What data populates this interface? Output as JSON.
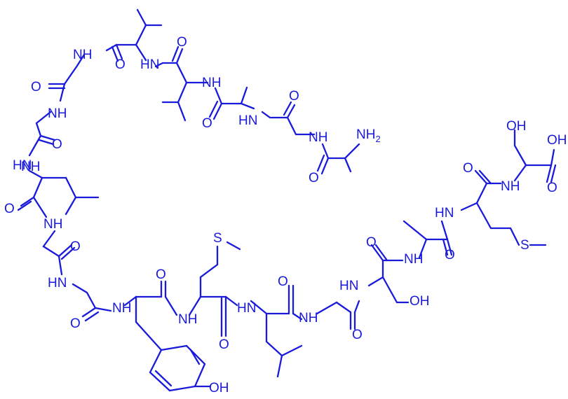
{
  "molecule": {
    "color": "#1a1adb",
    "labels": [
      {
        "id": "nh2",
        "text": "NH",
        "sub": "2"
      },
      {
        "id": "nh-ala1",
        "text": "NH"
      },
      {
        "id": "o-ala1",
        "text": "O"
      },
      {
        "id": "nh-gly2",
        "text": "HN"
      },
      {
        "id": "o-gly2",
        "text": "O"
      },
      {
        "id": "nh-ala3",
        "text": "NH"
      },
      {
        "id": "o-ala3",
        "text": "O"
      },
      {
        "id": "nh-val4",
        "text": "HN"
      },
      {
        "id": "o-val4",
        "text": "O"
      },
      {
        "id": "nh-val5",
        "text": "NH"
      },
      {
        "id": "o-val5",
        "text": "O"
      },
      {
        "id": "nh-gly6",
        "text": "NH"
      },
      {
        "id": "o-gly6",
        "text": "O"
      },
      {
        "id": "nh-gly7",
        "text": "NH"
      },
      {
        "id": "o-gly7",
        "text": "O"
      },
      {
        "id": "nh-leu8",
        "text": "HN"
      },
      {
        "id": "o-leu8",
        "text": "O"
      },
      {
        "id": "nh-gly9",
        "text": "NH"
      },
      {
        "id": "o-gly9",
        "text": "O"
      },
      {
        "id": "nh-gly10",
        "text": "HN"
      },
      {
        "id": "o-gly10",
        "text": "O"
      },
      {
        "id": "nh-tyr11",
        "text": "NH"
      },
      {
        "id": "o-tyr11",
        "text": "O"
      },
      {
        "id": "oh-tyr",
        "text": "OH"
      },
      {
        "id": "nh-met12",
        "text": "NH"
      },
      {
        "id": "o-met12",
        "text": "O"
      },
      {
        "id": "s-met12",
        "text": "S"
      },
      {
        "id": "nh-leu13",
        "text": "HN"
      },
      {
        "id": "o-leu13",
        "text": "O"
      },
      {
        "id": "nh-gly14",
        "text": "NH"
      },
      {
        "id": "o-gly14",
        "text": "O"
      },
      {
        "id": "nh-ser15",
        "text": "HN"
      },
      {
        "id": "oh-ser15",
        "text": "OH"
      },
      {
        "id": "o-ser15",
        "text": "O"
      },
      {
        "id": "nh-ala16",
        "text": "NH"
      },
      {
        "id": "o-ala16",
        "text": "O"
      },
      {
        "id": "nh-met17",
        "text": "HN"
      },
      {
        "id": "s-met17",
        "text": "S"
      },
      {
        "id": "o-met17",
        "text": "O"
      },
      {
        "id": "nh-ser18",
        "text": "NH"
      },
      {
        "id": "oh-ser18",
        "text": "OH"
      },
      {
        "id": "o-acid",
        "text": "O"
      },
      {
        "id": "oh-acid",
        "text": "OH"
      }
    ]
  }
}
